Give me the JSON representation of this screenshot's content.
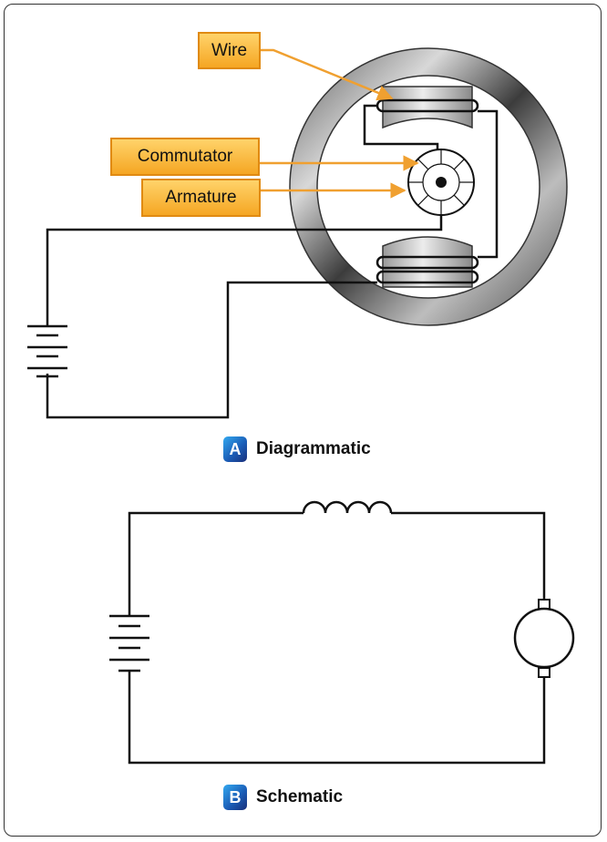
{
  "labels": {
    "wire": "Wire",
    "commutator": "Commutator",
    "armature": "Armature"
  },
  "captions": {
    "a": {
      "badge": "A",
      "text": "Diagrammatic"
    },
    "b": {
      "badge": "B",
      "text": "Schematic"
    }
  },
  "colors": {
    "callout_fill": "#f5a623",
    "callout_border": "#e08a12",
    "leader": "#f0a030",
    "badge": "#1b5fb8",
    "wire": "#111111"
  }
}
